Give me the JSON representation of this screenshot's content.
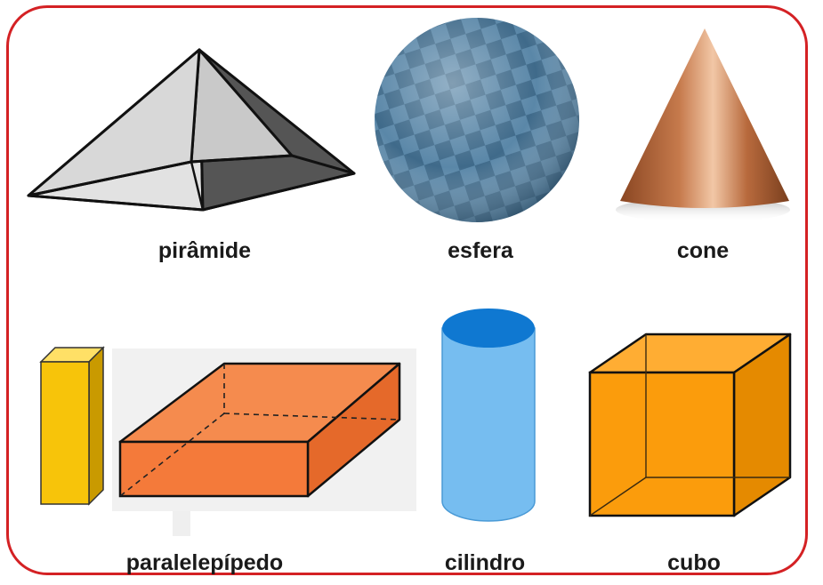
{
  "shapes": {
    "pyramid": {
      "label": "pirâmide"
    },
    "sphere": {
      "label": "esfera"
    },
    "cone": {
      "label": "cone"
    },
    "parallelepiped": {
      "label": "paralelepípedo"
    },
    "cylinder": {
      "label": "cilindro"
    },
    "cube": {
      "label": "cubo"
    }
  },
  "colors": {
    "frame_border": "#d42124",
    "sphere_light": "#5a87a8",
    "sphere_dark": "#3a6280",
    "cone_highlight": "#f2c7a6",
    "cone_shadow": "#7a3f1e",
    "prism_yellow": "#f7c40a",
    "box_orange": "#f47a3a",
    "cylinder_blue": "#76bdf0",
    "cylinder_top": "#0f78d1",
    "cube_orange": "#fb9c0c"
  }
}
